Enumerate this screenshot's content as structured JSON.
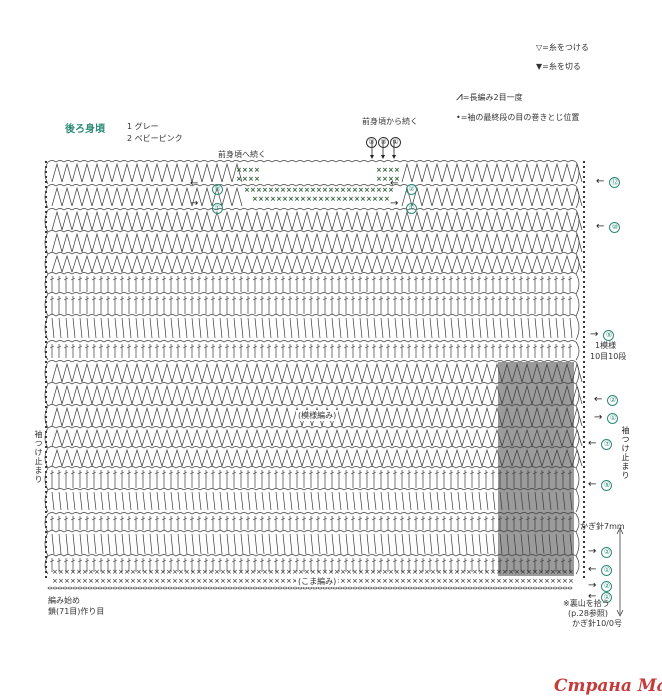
{
  "legend": {
    "join_label": "=糸をつける",
    "cut_label": "=糸を切る",
    "dc2tog_label": "=長編み2目一度",
    "dot_label": "=袖の最終段の目の巻きとじ位置"
  },
  "title": {
    "main": "後ろ身頃",
    "color1": "1  グレー",
    "color2": "2  ベビーピンク"
  },
  "top_notes": {
    "continue_to_front": "前身頃へ続く",
    "continue_from_front": "前身頃から続く",
    "circles": [
      "③",
      "②",
      "①"
    ]
  },
  "right_labels": {
    "row12": "⑫",
    "row10": "⑩",
    "row5a": "⑤",
    "pattern_1": "1模様",
    "pattern_2": "10目10段",
    "row2": "②",
    "row1": "①",
    "row7": "⑦",
    "sleeve_attach": "袖つけ止まり",
    "row5b": "⑤",
    "hook7": "かぎ針7mm",
    "row2b": "②",
    "row1b": "①",
    "row2c": "②",
    "row1c": "①",
    "note1": "※裏山を拾う",
    "note2": "(p.28参照)",
    "hook10": "かぎ針10/0号"
  },
  "left_labels": {
    "sleeve_stop": "袖つけ止まり",
    "start": "編み始め",
    "chain": "鎖(71目)作り目",
    "circles": [
      "②",
      "①",
      "②",
      "①"
    ]
  },
  "center_labels": {
    "pattern": "(模様編み)",
    "single": "(こま編み)"
  },
  "watermark": "Страна Мам",
  "colors": {
    "line": "#3a3a3a",
    "accent": "#2e8a78",
    "cross_green": "#2f5f3a",
    "shade": "#8a8a8a"
  }
}
